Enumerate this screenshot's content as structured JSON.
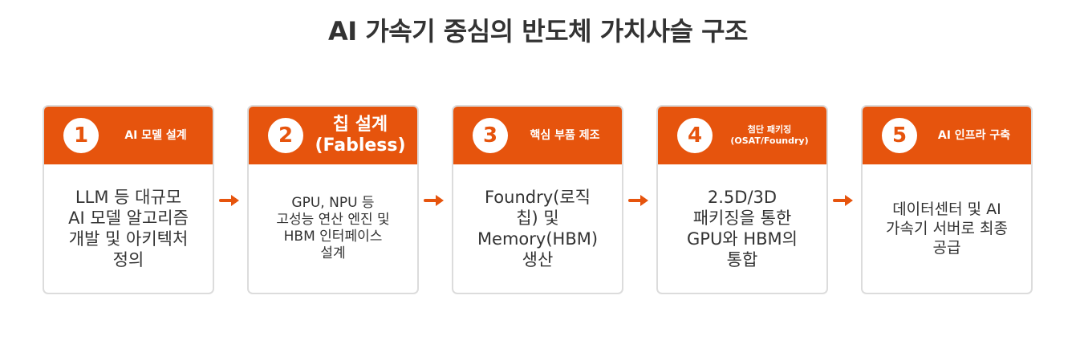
{
  "title": "AI 가속기 중심의 반도체 가치사슬 구조",
  "colors": {
    "accent": "#e6540d",
    "border": "#dcdcdc",
    "text": "#333333"
  },
  "steps": [
    {
      "number": "1",
      "label": "AI 모델 설계",
      "body": "LLM 등 대규모\nAI 모델 알고리즘\n개발 및 아키텍처\n정의"
    },
    {
      "number": "2",
      "label": "칩 설계\n(Fabless)",
      "body": "GPU, NPU 등\n고성능 연산 엔진 및\nHBM 인터페이스\n설계"
    },
    {
      "number": "3",
      "label": "핵심 부품 제조",
      "body": "Foundry(로직\n칩) 및\nMemory(HBM)\n생산"
    },
    {
      "number": "4",
      "label": "첨단 패키징\n(OSAT/Foundry)",
      "body": "2.5D/3D\n패키징을 통한\nGPU와 HBM의\n통합"
    },
    {
      "number": "5",
      "label": "AI 인프라 구축",
      "body": "데이터센터 및 AI\n가속기 서버로 최종\n공급"
    }
  ]
}
